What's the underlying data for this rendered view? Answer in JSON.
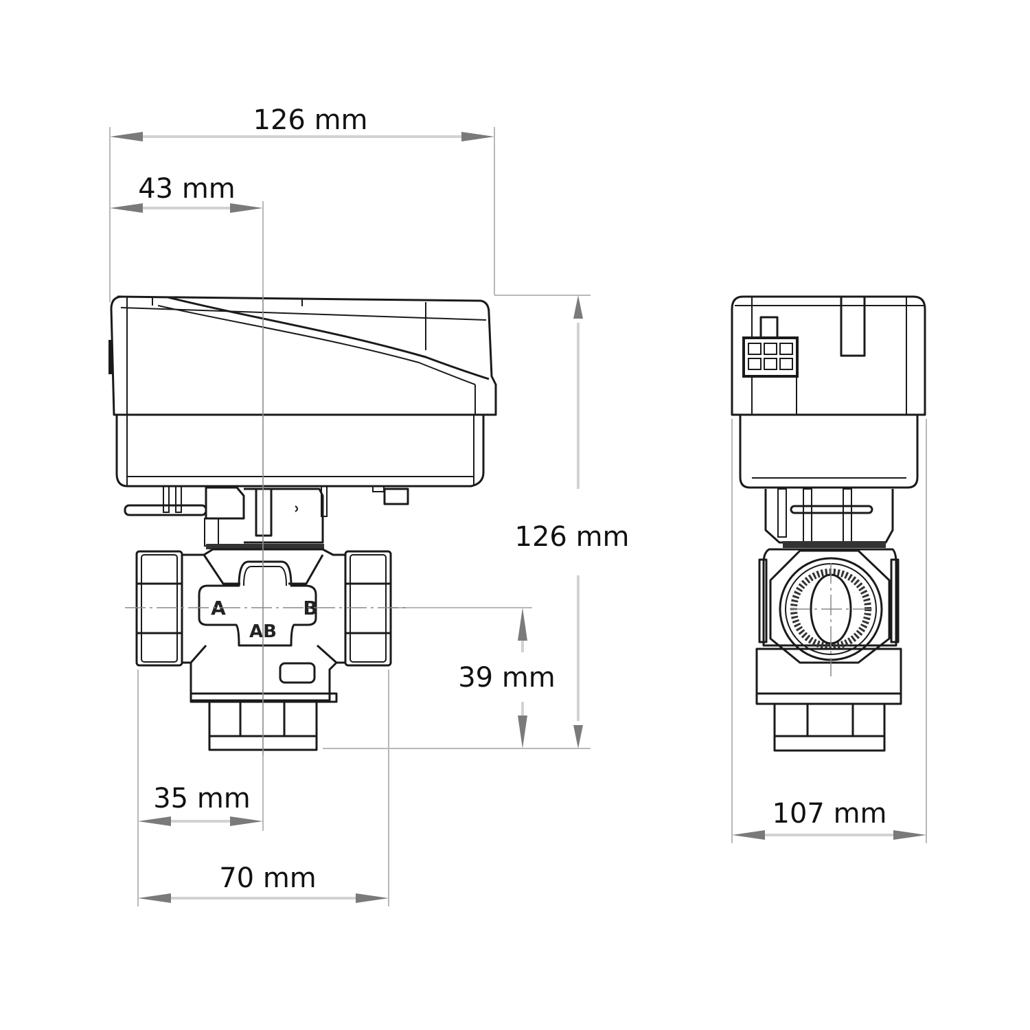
{
  "diagram": {
    "subject": "Motorized 3-way valve with actuator — dimension drawing",
    "views": {
      "front": {
        "port_labels": {
          "a": "A",
          "b": "B",
          "ab": "AB"
        }
      },
      "side": {}
    },
    "dimensions": {
      "overall_width": {
        "value": 126,
        "unit": "mm",
        "label": "126 mm"
      },
      "actuator_axis_offset": {
        "value": 43,
        "unit": "mm",
        "label": "43 mm"
      },
      "overall_height": {
        "value": 126,
        "unit": "mm",
        "label": "126 mm"
      },
      "port_axis_height": {
        "value": 39,
        "unit": "mm",
        "label": "39 mm"
      },
      "half_body_length": {
        "value": 35,
        "unit": "mm",
        "label": "35 mm"
      },
      "body_length": {
        "value": 70,
        "unit": "mm",
        "label": "70 mm"
      },
      "side_depth": {
        "value": 107,
        "unit": "mm",
        "label": "107 mm"
      }
    },
    "colors": {
      "outline": "#1a1a1a",
      "dimension_line": "#d2d2d2",
      "arrow": "#7a7a7a",
      "extension_line": "#b8b8bc"
    }
  }
}
